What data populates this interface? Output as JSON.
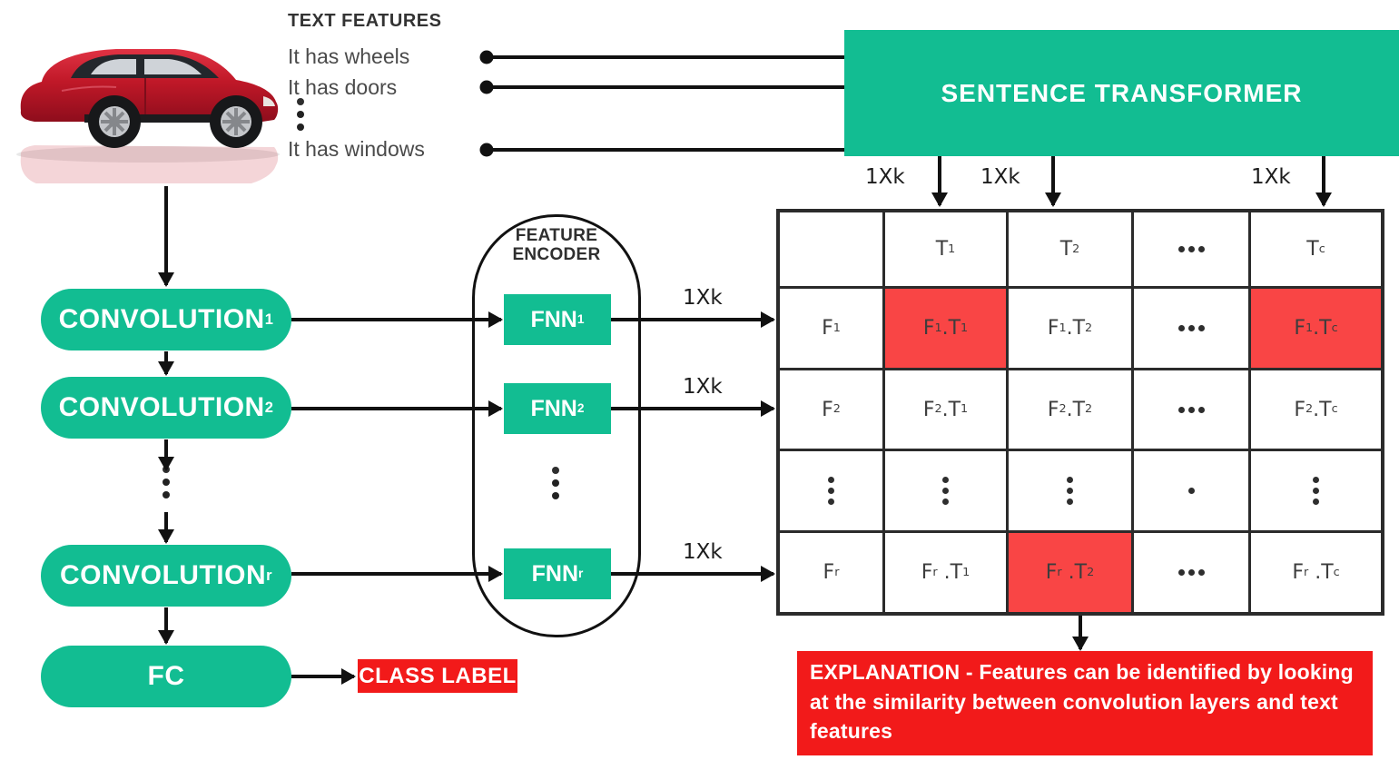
{
  "text_features": {
    "heading": "TEXT FEATURES",
    "items": [
      "It has wheels",
      "It has doors",
      "It has windows"
    ],
    "ellipsis": "⋮"
  },
  "sentence_transformer": {
    "label": "SENTENCE TRANSFORMER"
  },
  "labels": {
    "dim": "1Xk"
  },
  "pipeline": {
    "convolutions": [
      {
        "base": "CONVOLUTION",
        "sub": "1"
      },
      {
        "base": "CONVOLUTION",
        "sub": "2"
      },
      {
        "base": "CONVOLUTION",
        "sub": "r"
      }
    ],
    "ellipsis": "⋮",
    "fc_label": "FC"
  },
  "feature_encoder": {
    "title_line1": "FEATURE",
    "title_line2": "ENCODER",
    "fnns": [
      {
        "base": "FNN",
        "sub": "1"
      },
      {
        "base": "FNN",
        "sub": "2"
      },
      {
        "base": "FNN",
        "sub": "r"
      }
    ],
    "ellipsis": "⋮"
  },
  "matrix": {
    "cells": [
      [
        "",
        "T_1",
        "T_2",
        "...",
        "T_c"
      ],
      [
        "F_1",
        "F_1.T_1",
        "F_1.T_2",
        "...",
        "F_1.T_c"
      ],
      [
        "F_2",
        "F_2.T_1",
        "F_2.T_2",
        "...",
        "F_2.T_c"
      ],
      [
        "⋮",
        "⋮",
        "⋮",
        "·",
        "⋮"
      ],
      [
        "F_r",
        "F_r .T_1",
        "F_r .T_2",
        "...",
        "F_r .T_c"
      ]
    ],
    "red_cells": [
      [
        1,
        1
      ],
      [
        1,
        4
      ],
      [
        4,
        2
      ]
    ]
  },
  "class_label": {
    "text": "CLASS LABEL"
  },
  "explanation": {
    "text": "EXPLANATION - Features can be identified by looking at the similarity between convolution layers and text features"
  },
  "colors": {
    "teal": "#12BD92",
    "matrix_highlight_red": "#F94545",
    "label_red": "#F21A1A",
    "line_black": "#111111"
  }
}
